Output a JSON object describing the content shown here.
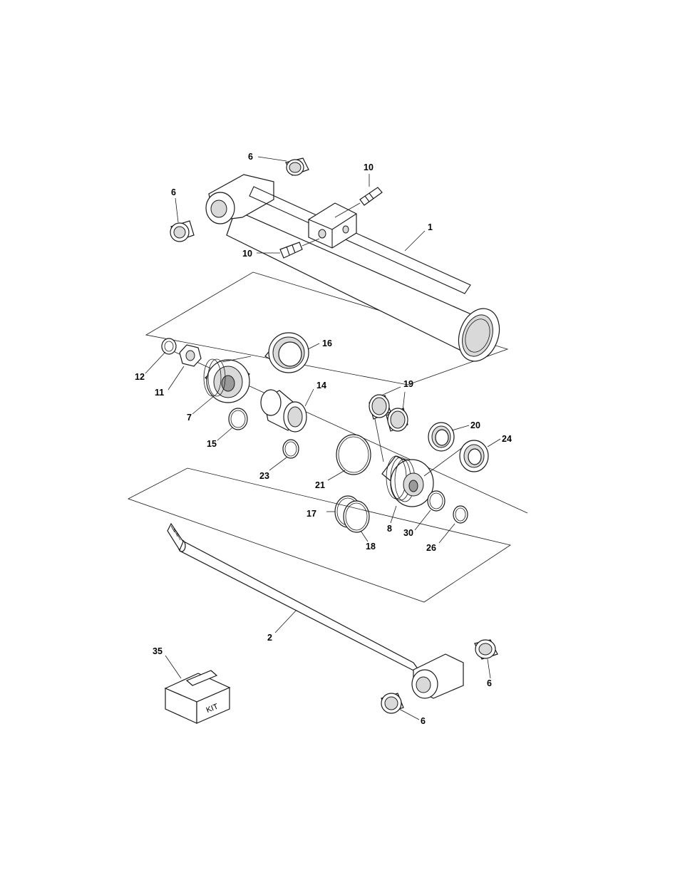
{
  "callouts": {
    "c6a": "6",
    "c6b": "6",
    "c10a": "10",
    "c10b": "10",
    "c1": "1",
    "c16": "16",
    "c12": "12",
    "c11": "11",
    "c7": "7",
    "c14": "14",
    "c19": "19",
    "c20": "20",
    "c24": "24",
    "c15": "15",
    "c23": "23",
    "c21": "21",
    "c17": "17",
    "c18": "18",
    "c8": "8",
    "c30": "30",
    "c26": "26",
    "c2": "2",
    "c35": "35",
    "c6c": "6",
    "c6d": "6"
  },
  "kit_label": "KIT"
}
